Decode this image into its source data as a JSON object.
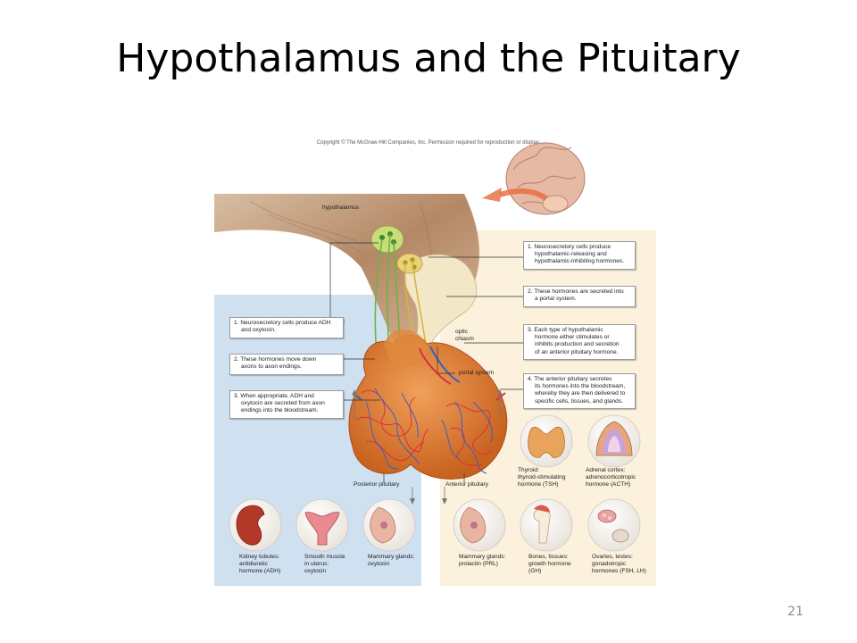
{
  "slide": {
    "title": "Hypothalamus and the Pituitary",
    "number": "21"
  },
  "figure": {
    "copyright": "Copyright © The McGraw-Hill Companies, Inc. Permission required for reproduction or display.",
    "labels": {
      "hypothalamus": "hypothalamus",
      "optic_chiasm_1": "optic",
      "optic_chiasm_2": "chiasm",
      "portal_system": "portal system",
      "posterior_pituitary": "Posterior pituitary",
      "anterior_pituitary": "Anterior pituitary"
    },
    "posterior_steps": [
      {
        "line1": "1. Neurosecretory cells produce ADH",
        "line2": "and oxytocin."
      },
      {
        "line1": "2. These hormones move down",
        "line2": "axons to axon endings."
      },
      {
        "line1": "3. When appropriate, ADH and",
        "line2": "oxytocin are secreted from axon",
        "line3": "endings into the bloodstream."
      }
    ],
    "anterior_steps": [
      {
        "line1": "1. Neurosecretory cells produce",
        "line2": "hypothalamic-releasing and",
        "line3": "hypothalamic-inhibiting hormones."
      },
      {
        "line1": "2. These hormones are secreted into",
        "line2": "a portal system."
      },
      {
        "line1": "3. Each type of hypothalamic",
        "line2": "hormone either stimulates or",
        "line3": "inhibits production and secretion",
        "line4": "of an anterior pituitary hormone."
      },
      {
        "line1": "4. The anterior pituitary secretes",
        "line2": "its hormones into the bloodstream,",
        "line3": "whereby they are then delivered to",
        "line4": "specific cells, tissues, and glands."
      }
    ],
    "targets_right_top": [
      {
        "line1": "Thyroid:",
        "line2": "thyroid-stimulating",
        "line3": "hormone (TSH)"
      },
      {
        "line1": "Adrenal cortex:",
        "line2": "adrenocorticotropic",
        "line3": "hormone (ACTH)"
      }
    ],
    "targets_left": [
      {
        "line1": "Kidney tubules:",
        "line2": "antidiuretic",
        "line3": "hormone (ADH)"
      },
      {
        "line1": "Smooth muscle",
        "line2": "in uterus:",
        "line3": "oxytocin"
      },
      {
        "line1": "Mammary glands:",
        "line2": "oxytocin"
      }
    ],
    "targets_right_bottom": [
      {
        "line1": "Mammary glands:",
        "line2": "prolactin (PRL)"
      },
      {
        "line1": "Bones, tissues:",
        "line2": "growth hormone",
        "line3": "(GH)"
      },
      {
        "line1": "Ovaries, testes:",
        "line2": "gonadotropic",
        "line3": "hormones (FSH, LH)"
      }
    ],
    "colors": {
      "posterior_panel": "#cfe0f1",
      "anterior_panel": "#fbf1dc",
      "tissue": "#c9a98c",
      "pituitary": "#d9772e",
      "artery": "#d8303a",
      "vein": "#3a5fc0",
      "neuron_posterior": "#6fb43c",
      "neuron_anterior": "#d7b53a"
    }
  }
}
